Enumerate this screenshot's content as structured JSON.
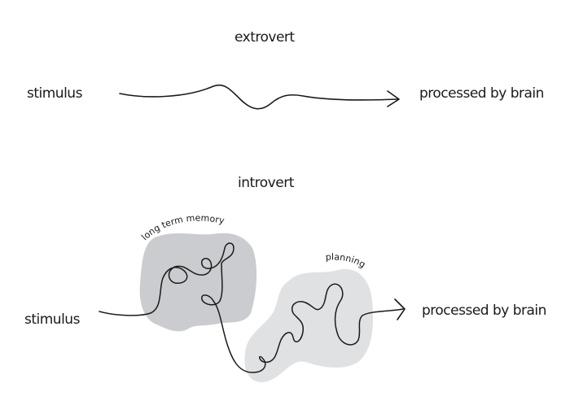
{
  "extrovert": {
    "title": "extrovert",
    "input_label": "stimulus",
    "output_label": "processed by brain"
  },
  "introvert": {
    "title": "introvert",
    "input_label": "stimulus",
    "output_label": "processed by brain",
    "regions": [
      {
        "label": "long term memory",
        "color": "#cbcccf"
      },
      {
        "label": "planning",
        "color": "#e0e1e2"
      }
    ]
  },
  "colors": {
    "background": "#ffffff",
    "line": "#1a1a1a"
  }
}
